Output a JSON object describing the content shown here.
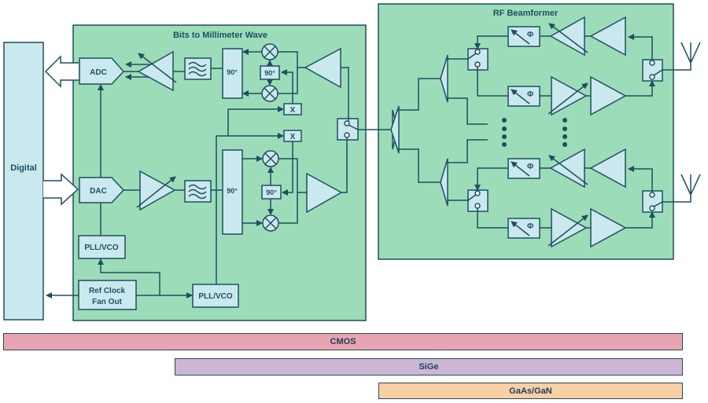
{
  "digital": {
    "label": "Digital"
  },
  "bits_panel": {
    "title": "Bits to Millimeter Wave",
    "adc_label": "ADC",
    "dac_label": "DAC",
    "pll_vco_top_label": "PLL/VCO",
    "ref_clock_label_line1": "Ref Clock",
    "ref_clock_label_line2": "Fan Out",
    "pll_vco_bottom_label": "PLL/VCO",
    "hybrid_rx_label": "90°",
    "hybrid_tx_label": "90°",
    "lo_hybrid_rx_label": "90°",
    "lo_hybrid_tx_label": "90°",
    "multiplier_rx_label": "X",
    "multiplier_tx_label": "X"
  },
  "rf_panel": {
    "title": "RF Beamformer",
    "phase_shifter_symbol": "Φ"
  },
  "process_bars": [
    {
      "label": "CMOS",
      "color": "#e8a4b3"
    },
    {
      "label": "SiGe",
      "color": "#cbb6d6"
    },
    {
      "label": "GaAs/GaN",
      "color": "#f9cfa6"
    }
  ],
  "colors": {
    "panel_fill": "#9cdcb9",
    "block_fill": "#c9e9ee",
    "stroke": "#1f4f5f",
    "label": "#1f4f63"
  }
}
